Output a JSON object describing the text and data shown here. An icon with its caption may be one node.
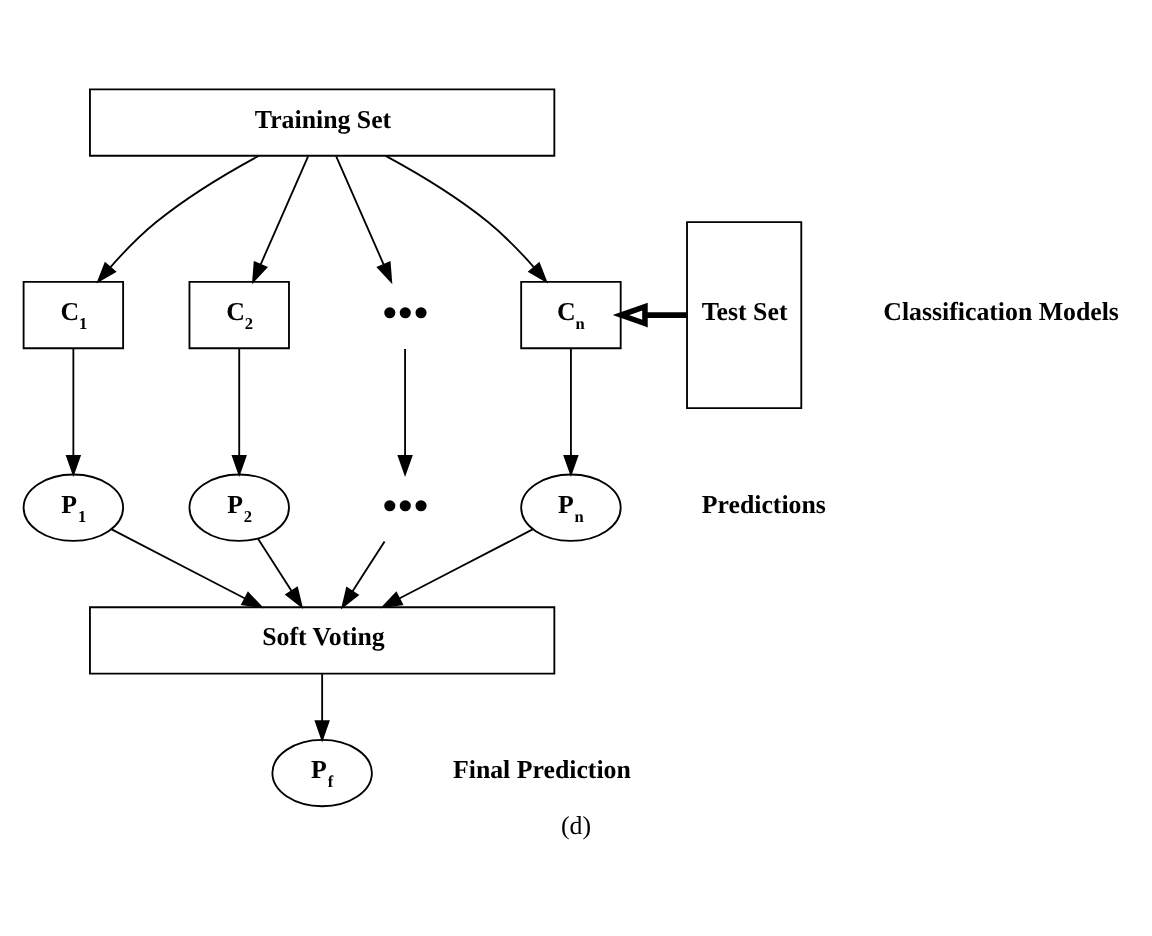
{
  "diagram": {
    "caption": "(d)",
    "nodes": [
      {
        "text": [
          "Training Set"
        ]
      },
      {
        "text": [
          "C$_{1}$"
        ]
      },
      {
        "text": [
          "C$_{2}$"
        ]
      },
      {
        "text": [
          "●●●"
        ]
      },
      {
        "text": [
          "C$_{n}$"
        ]
      },
      {
        "text": [
          "Test Set"
        ]
      },
      {
        "text": [
          "P$_{1}$"
        ]
      },
      {
        "text": [
          "P$_{2}$"
        ]
      },
      {
        "text": [
          "●●●"
        ]
      },
      {
        "text": [
          "P$_{n}$"
        ]
      },
      {
        "text": [
          "Soft Voting"
        ]
      },
      {
        "text": [
          "P$_{f}$"
        ]
      }
    ],
    "edges": [
      {
        "from": 0,
        "to": 1,
        "arrow": "to"
      },
      {
        "from": 0,
        "to": 2,
        "arrow": "to"
      },
      {
        "from": 0,
        "to": 3,
        "arrow": "to"
      },
      {
        "from": 0,
        "to": 4,
        "arrow": "to"
      },
      {
        "from": 5,
        "to": 4,
        "arrow": "to",
        "style": "thick"
      },
      {
        "from": 1,
        "to": 6,
        "arrow": "to"
      },
      {
        "from": 2,
        "to": 7,
        "arrow": "to"
      },
      {
        "from": 3,
        "to": 8,
        "arrow": "to"
      },
      {
        "from": 4,
        "to": 9,
        "arrow": "to"
      },
      {
        "from": 6,
        "to": 10,
        "arrow": "to"
      },
      {
        "from": 7,
        "to": 10,
        "arrow": "to"
      },
      {
        "from": 8,
        "to": 10,
        "arrow": "to"
      },
      {
        "from": 9,
        "to": 10,
        "arrow": "to"
      },
      {
        "from": 10,
        "to": 11,
        "arrow": "to"
      }
    ],
    "labels": [
      "Classification Models",
      "Predictions",
      "Final Prediction"
    ]
  }
}
